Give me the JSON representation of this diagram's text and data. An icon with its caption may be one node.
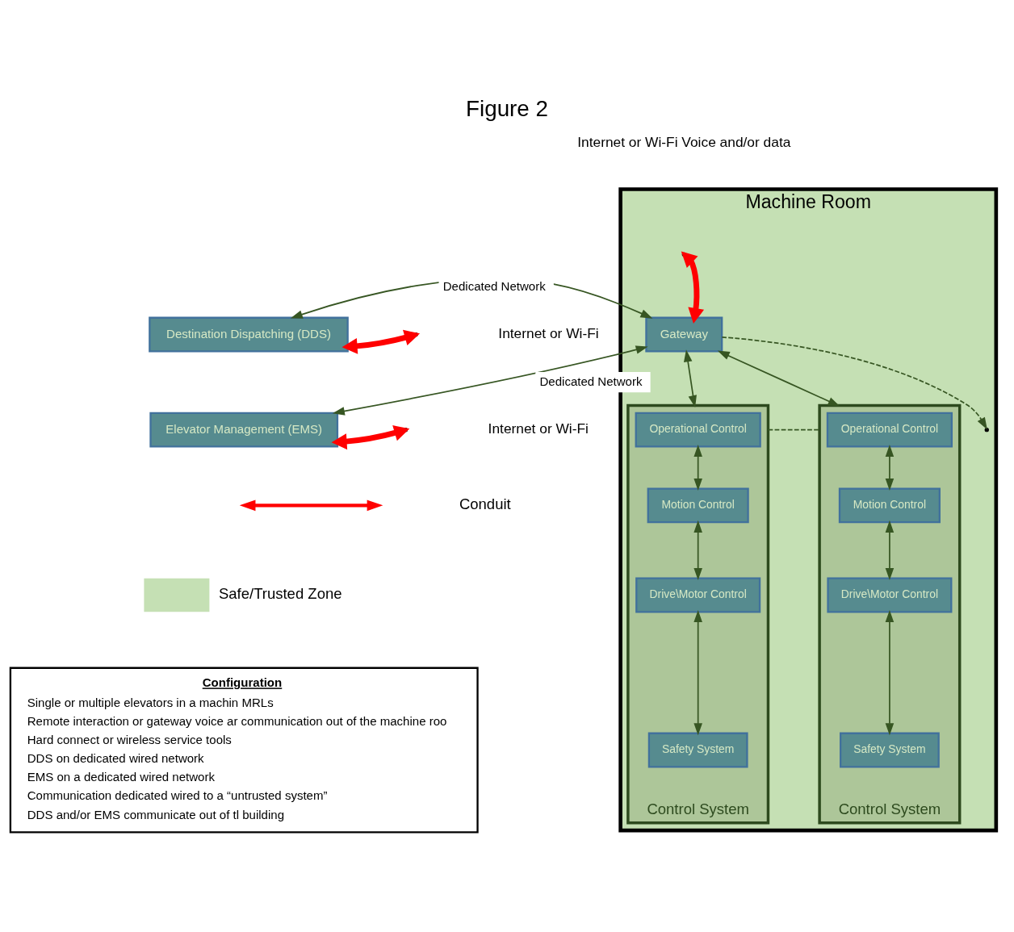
{
  "diagram": {
    "title": "Figure 2",
    "nodes": [
      {
        "text": [
          "Machine Room"
        ]
      },
      {
        "text": [
          "Gateway"
        ],
        "in": 0
      },
      {
        "text": [
          "Control System"
        ],
        "in": 0
      },
      {
        "text": [
          "Operational Control"
        ],
        "in": 2
      },
      {
        "text": [
          "Motion Control"
        ],
        "in": 2
      },
      {
        "text": [
          "Drive\\Motor Control"
        ],
        "in": 2
      },
      {
        "text": [
          "Safety System"
        ],
        "in": 2
      },
      {
        "text": [
          "Control System"
        ],
        "in": 0
      },
      {
        "text": [
          "Operational Control"
        ],
        "in": 7
      },
      {
        "text": [
          "Motion Control"
        ],
        "in": 7
      },
      {
        "text": [
          "Drive\\Motor Control"
        ],
        "in": 7
      },
      {
        "text": [
          "Safety System"
        ],
        "in": 7
      },
      {
        "text": [
          "Destination Dispatching (DDS)"
        ]
      },
      {
        "text": [
          "Elevator Management (EMS)"
        ]
      },
      {
        "text": [
          "Configuration",
          "Single or multiple elevators in a machin MRLs",
          "Remote interaction or gateway voice ar communication out of the machine roo",
          "Hard connect or wireless service tools",
          "DDS on dedicated wired network",
          "EMS on a dedicated wired network",
          "Communication dedicated wired to a “untrusted system”",
          "DDS and/or EMS communicate out of tl building"
        ]
      }
    ],
    "edges": [
      {
        "from": 1,
        "to": 12,
        "arrow": "both",
        "label": "Dedicated Network"
      },
      {
        "from": 1,
        "to": 13,
        "arrow": "both",
        "label": "Dedicated Network"
      },
      {
        "from": 1,
        "to": 2,
        "arrow": "both"
      },
      {
        "from": 1,
        "to": 7,
        "arrow": "both"
      },
      {
        "from": 1,
        "to": null,
        "arrow": "to",
        "style": "dashed"
      },
      {
        "from": 2,
        "to": 7,
        "arrow": "none",
        "style": "dashed"
      },
      {
        "from": 3,
        "to": 4,
        "arrow": "both"
      },
      {
        "from": 4,
        "to": 5,
        "arrow": "both"
      },
      {
        "from": 5,
        "to": 6,
        "arrow": "both"
      },
      {
        "from": 8,
        "to": 9,
        "arrow": "both"
      },
      {
        "from": 9,
        "to": 10,
        "arrow": "both"
      },
      {
        "from": 10,
        "to": 11,
        "arrow": "both"
      },
      {
        "from": 1,
        "to": null,
        "arrow": "both",
        "style": "thick",
        "color": "#ff0000"
      },
      {
        "from": 12,
        "to": null,
        "arrow": "both",
        "style": "thick",
        "color": "#ff0000"
      },
      {
        "from": 13,
        "to": null,
        "arrow": "both",
        "style": "thick",
        "color": "#ff0000"
      }
    ],
    "labels": [
      "Internet or Wi-Fi Voice and/or data",
      "Internet or Wi-Fi",
      "Internet or Wi-Fi"
    ],
    "legend": [
      {
        "text": "Conduit"
      },
      {
        "text": "Safe/Trusted Zone",
        "color": "#c5e0b4"
      }
    ]
  }
}
